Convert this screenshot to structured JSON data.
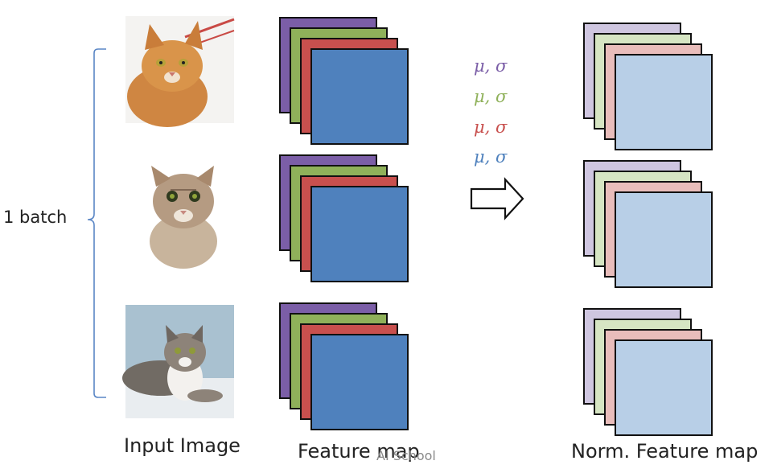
{
  "batch_label": "1 batch",
  "labels": {
    "input_image": "Input Image",
    "feature_map": "Feature map",
    "norm_feature_map": "Norm. Feature map"
  },
  "watermark": "AI School",
  "stats": [
    "μ, σ",
    "μ, σ",
    "μ, σ",
    "μ, σ"
  ],
  "colors": {
    "channels": [
      "#7b5ea7",
      "#8fb15a",
      "#c8504e",
      "#4f81bd"
    ],
    "norm_channels": [
      "#cfc6e0",
      "#d6e5c3",
      "#e9bdbb",
      "#b8cfe7"
    ],
    "bracket": "#5a86c5",
    "outline": "#111111"
  },
  "images": [
    {
      "name": "orange-tabby-cat",
      "background": "#f4f3f1",
      "fur": "#d9944a"
    },
    {
      "name": "gray-tabby-cat",
      "background": "#ffffff",
      "fur": "#b59b82"
    },
    {
      "name": "lying-tabby-cat",
      "background": "#a9c1d0",
      "fur": "#8d8379"
    }
  ]
}
